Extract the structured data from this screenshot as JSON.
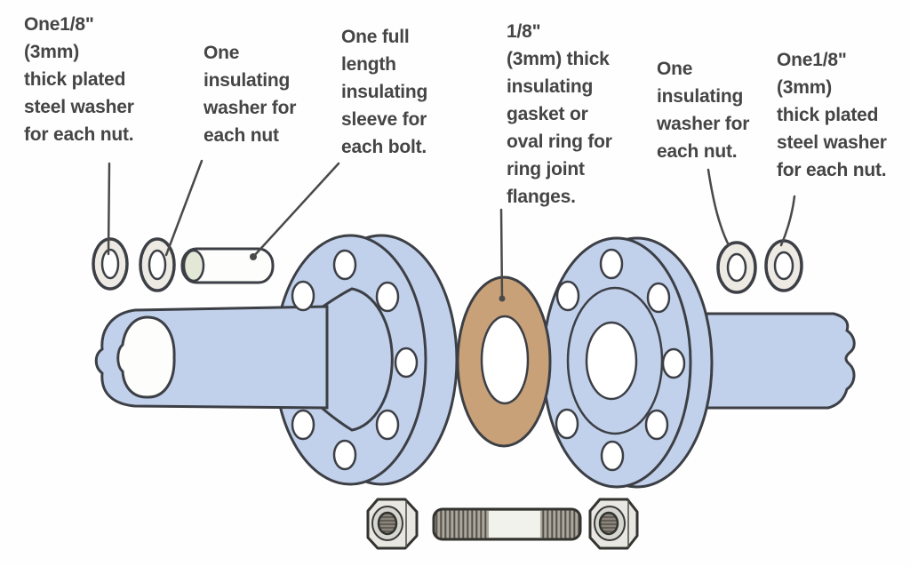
{
  "diagram": {
    "labels": {
      "washer_steel_left": "One1/8\"\n(3mm)\nthick plated\nsteel washer\nfor each nut.",
      "washer_insulating_left": "One\ninsulating\nwasher for\neach nut",
      "sleeve": "One full\nlength\ninsulating\nsleeve for\neach bolt.",
      "gasket": "1/8\"\n(3mm) thick\ninsulating\ngasket or\noval ring for\nring joint\nflanges.",
      "washer_insulating_right": "One\ninsulating\nwasher for\neach nut.",
      "washer_steel_right": "One1/8\"\n(3mm)\nthick plated\nsteel washer\nfor each nut."
    },
    "colors": {
      "flange_blue": "#c2d1eb",
      "flange_outline": "#3c3f45",
      "gasket_tan": "#c9a179",
      "text_color": "#454545",
      "metal_light": "#e8e7e2",
      "metal_dark": "#aba79c",
      "leader": "#4a4a4a",
      "sleeve_interior": "#e3e7d6",
      "washer_ring": "#eceae2"
    }
  }
}
